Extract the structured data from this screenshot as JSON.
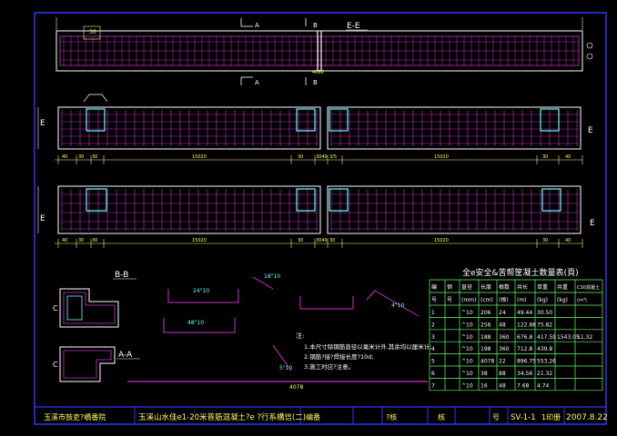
{
  "colors": {
    "background": "#000000",
    "frame": "#3333ff",
    "outline": "#ffffff",
    "rebar": "#cc33cc",
    "stirrup": "#66ffff",
    "dimension": "#ffff66",
    "table_grid": "#66ff66",
    "title_text": "#ffff66"
  },
  "sections": {
    "ee": "E-E",
    "a": "A",
    "b": "B",
    "e": "E",
    "bb": "B-B",
    "aa": "A-A",
    "c": "C"
  },
  "dims": {
    "top_right": "4080",
    "top_left": "30",
    "row1": [
      "40",
      "30",
      "30",
      "15020",
      "30",
      "3040",
      "3/5",
      "15020",
      "30",
      "40"
    ],
    "row2": [
      "40",
      "30",
      "30",
      "15020",
      "30",
      "3040",
      "30",
      "15020",
      "30",
      "40"
    ],
    "bottom": "4078"
  },
  "details": {
    "d1": "24\"10",
    "d2": "48\"10",
    "d3": "18\"10",
    "d4": "4\"10",
    "d5": "5\"10"
  },
  "notes": {
    "heading": "注:",
    "lines": [
      "1.本尺寸除钢筋直径以毫米计外,其余均以厘米计;",
      "2.钢筋?接?焊接长度?10d;",
      "3.施工时应?注意。"
    ]
  },
  "table": {
    "title": "全e安全&苦帮筐凝土数量表(頁)",
    "headers": [
      [
        "编",
        "钢",
        "直径",
        "长度",
        "根数",
        "共长",
        "单重",
        "共重",
        "C30混凝土"
      ],
      [
        "号",
        "号",
        "(mm)",
        "(cm)",
        "(根)",
        "(m)",
        "(kg)",
        "(kg)",
        "(m³)"
      ]
    ],
    "rows": [
      [
        "1",
        "",
        "^10",
        "206",
        "24",
        "49.44",
        "30.50",
        "",
        ""
      ],
      [
        "2",
        "",
        "^10",
        "256",
        "48",
        "122.88",
        "75.82",
        "",
        ""
      ],
      [
        "3",
        "",
        "^10",
        "188",
        "360",
        "676.8",
        "417.59",
        "1543.05",
        "11.32"
      ],
      [
        "4",
        "",
        "^10",
        "198",
        "360",
        "712.8",
        "439.8",
        "",
        ""
      ],
      [
        "5",
        "",
        "^10",
        "4078",
        "22",
        "896.75",
        "553.26",
        "",
        ""
      ],
      [
        "6",
        "",
        "^10",
        "38",
        "88",
        "34.56",
        "21.32",
        "",
        ""
      ],
      [
        "7",
        "",
        "^10",
        "16",
        "48",
        "7.68",
        "4.74",
        "",
        ""
      ]
    ]
  },
  "title_block": {
    "institute": "玉溪市鼓吏?橋番院",
    "project": "玉溪山水佳e1-20米普筋混凝土?e ?行系構信(二)",
    "design": "编番",
    "check": "?核",
    "approve": "核",
    "drawing_no_label": "号",
    "drawing_no": "SV-1-1",
    "sheet": "1印册",
    "date": "2007.8.22"
  }
}
